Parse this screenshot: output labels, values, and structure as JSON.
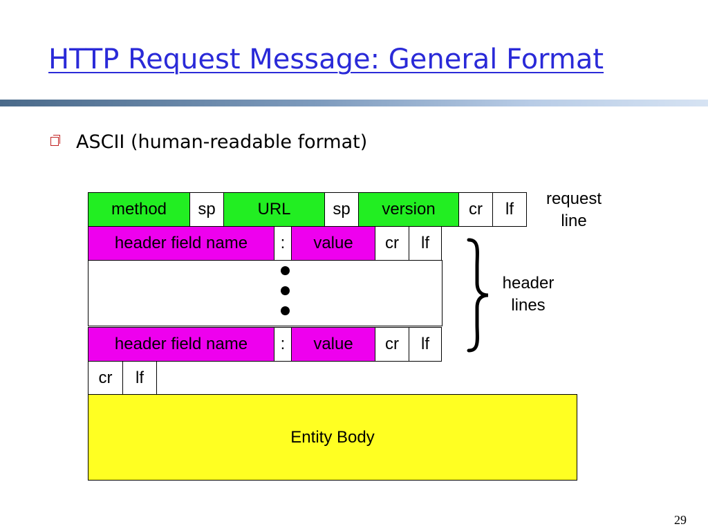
{
  "slide": {
    "title": "HTTP Request Message: General Format",
    "bullet": "ASCII (human-readable format)",
    "page_number": "29"
  },
  "diagram": {
    "request_line": {
      "method": "method",
      "sp1": "sp",
      "url": "URL",
      "sp2": "sp",
      "version": "version",
      "cr": "cr",
      "lf": "lf"
    },
    "header_line_1": {
      "field_name": "header field name",
      "colon": ":",
      "value": "value",
      "cr": "cr",
      "lf": "lf"
    },
    "header_line_2": {
      "field_name": "header field name",
      "colon": ":",
      "value": "value",
      "cr": "cr",
      "lf": "lf"
    },
    "blank_line": {
      "cr": "cr",
      "lf": "lf"
    },
    "entity_body": "Entity Body",
    "annotations": {
      "request_line_1": "request",
      "request_line_2": "line",
      "header_lines_1": "header",
      "header_lines_2": "lines"
    },
    "colors": {
      "request_line": "#22ee22",
      "header_field": "#ee00ee",
      "entity_body": "#ffff22",
      "title": "#2a2ad8",
      "bullet": "#c02020"
    }
  }
}
